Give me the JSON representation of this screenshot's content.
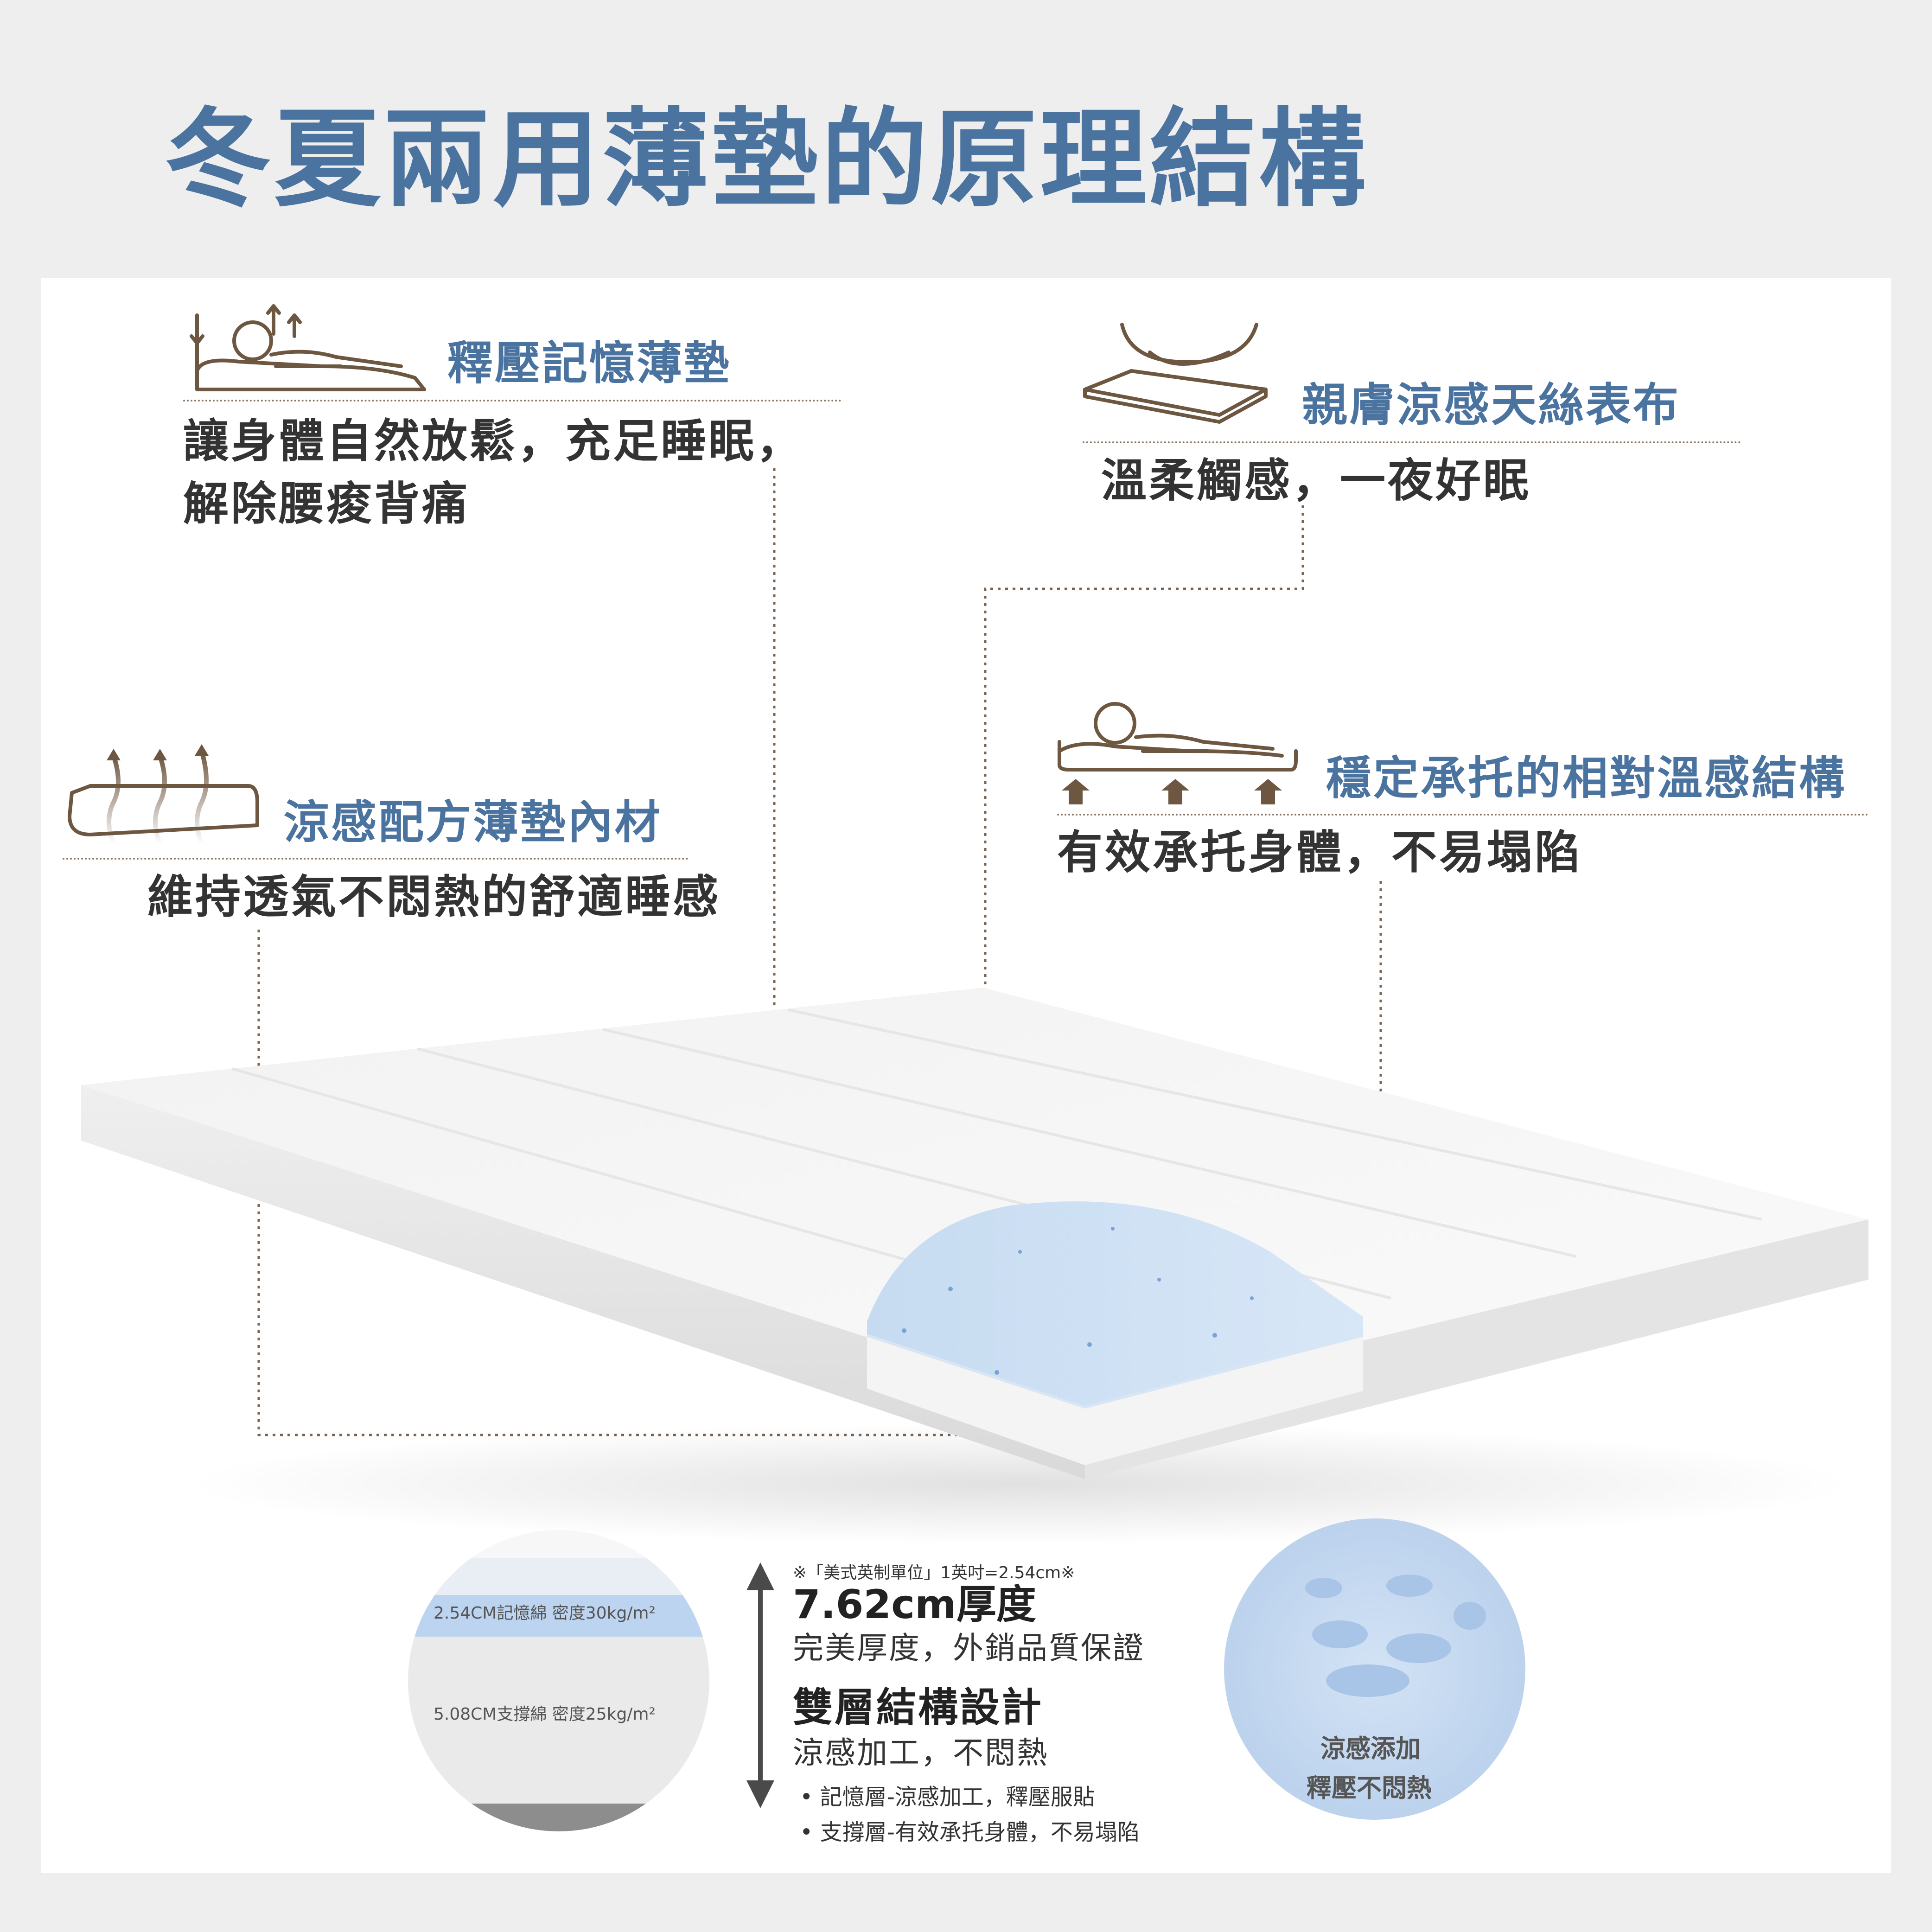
{
  "title": "冬夏兩用薄墊的原理結構",
  "features": {
    "memory": {
      "title": "釋壓記憶薄墊",
      "line1": "讓身體自然放鬆，充足睡眠，",
      "line2": "解除腰痠背痛"
    },
    "fabric": {
      "title": "親膚涼感天絲表布",
      "desc": "溫柔觸感，一夜好眠"
    },
    "cool": {
      "title": "涼感配方薄墊內材",
      "desc": "維持透氣不悶熱的舒適睡感"
    },
    "support": {
      "title": "穩定承托的相對溫感結構",
      "desc": "有效承托身體，不易塌陷"
    }
  },
  "spec": {
    "note": "※「美式英制單位」1英吋=2.54cm※",
    "thickness_title": "7.62cm厚度",
    "thickness_desc": "完美厚度，外銷品質保證",
    "structure_title": "雙層結構設計",
    "structure_desc": "涼感加工，不悶熱",
    "bullets": [
      "記憶層-涼感加工，釋壓服貼",
      "支撐層-有效承托身體，不易塌陷"
    ]
  },
  "layers": {
    "top": "2.54CM記憶綿 密度30kg/m²",
    "bottom": "5.08CM支撐綿 密度25kg/m²"
  },
  "cool_circle": {
    "line1": "涼感添加",
    "line2": "釋壓不悶熱"
  },
  "colors": {
    "title_blue": "#4a73a0",
    "text_dark": "#333333",
    "brown": "#7a634f",
    "gel_blue": "#bcd4ef"
  },
  "icons": [
    "sleeping-person-icon",
    "fabric-layer-icon",
    "airflow-foam-icon",
    "support-arrows-icon",
    "thickness-arrow-icon"
  ]
}
